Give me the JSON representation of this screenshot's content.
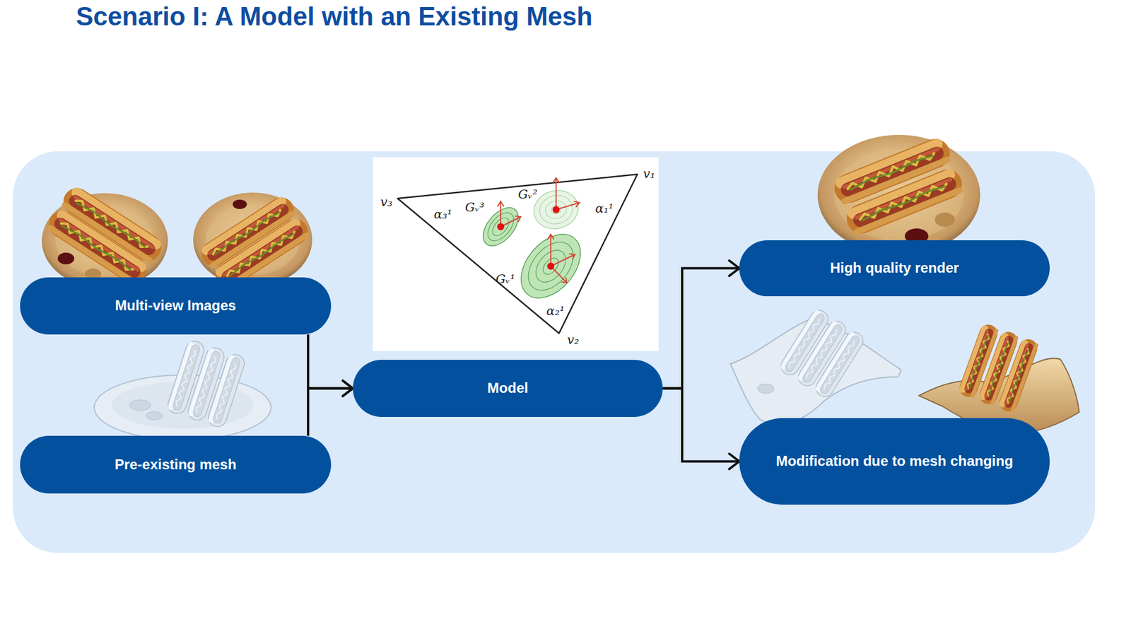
{
  "diagram": {
    "title": "Scenario I: A Model with an Existing Mesh",
    "nodes": [
      {
        "text": [
          "Multi-view Images"
        ]
      },
      {
        "text": [
          "Pre-existing mesh"
        ]
      },
      {
        "text": [
          "Model"
        ]
      },
      {
        "text": [
          "High quality render"
        ]
      },
      {
        "text": [
          "Modification due to mesh changing"
        ]
      }
    ],
    "edges": [
      {
        "from": 0,
        "to": 2,
        "arrow": "to"
      },
      {
        "from": 1,
        "to": 2,
        "arrow": "to"
      },
      {
        "from": 2,
        "to": 3,
        "arrow": "to"
      },
      {
        "from": 2,
        "to": 4,
        "arrow": "to"
      }
    ],
    "labels": [
      "v₃",
      "α₃¹",
      "Gᵥ³",
      "Gᵥ²",
      "α₁¹",
      "v₁",
      "Gᵥ¹",
      "α₂¹",
      "v₂"
    ]
  }
}
